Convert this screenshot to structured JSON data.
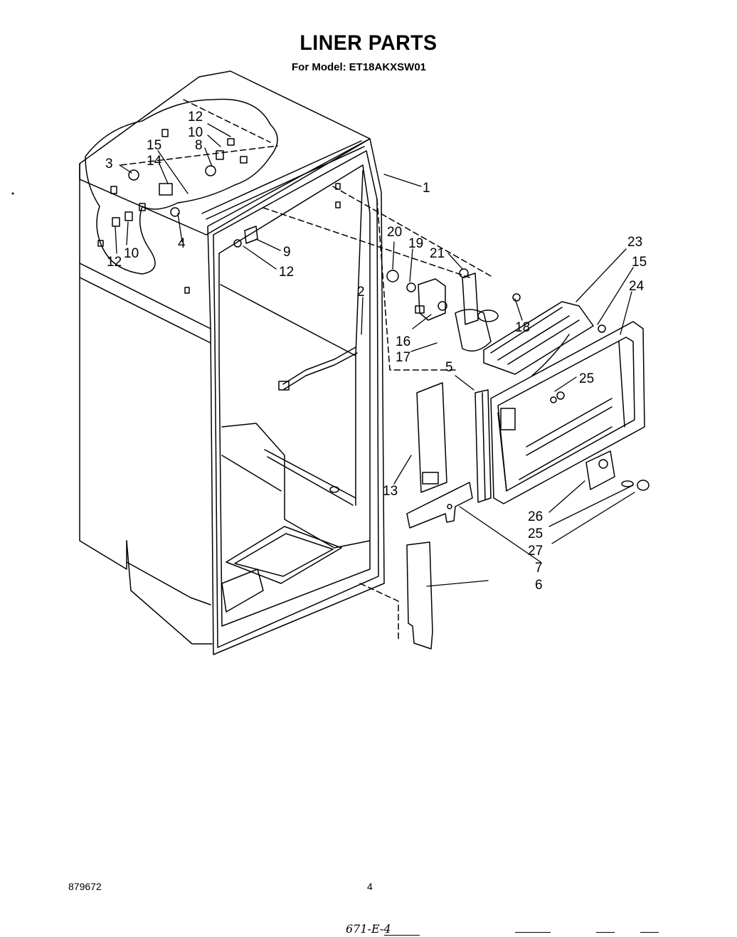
{
  "title": "LINER PARTS",
  "model_label": "For Model:",
  "model_number": "ET18AKXSW01",
  "callouts": [
    "1",
    "2",
    "3",
    "4",
    "5",
    "6",
    "7",
    "8",
    "9",
    "10",
    "10",
    "12",
    "12",
    "12",
    "13",
    "14",
    "15",
    "15",
    "16",
    "17",
    "18",
    "19",
    "20",
    "21",
    "23",
    "24",
    "25",
    "25",
    "26",
    "27"
  ],
  "footer": {
    "part_number": "879672",
    "page_number": "4",
    "handwritten_note": "671-E-4"
  }
}
